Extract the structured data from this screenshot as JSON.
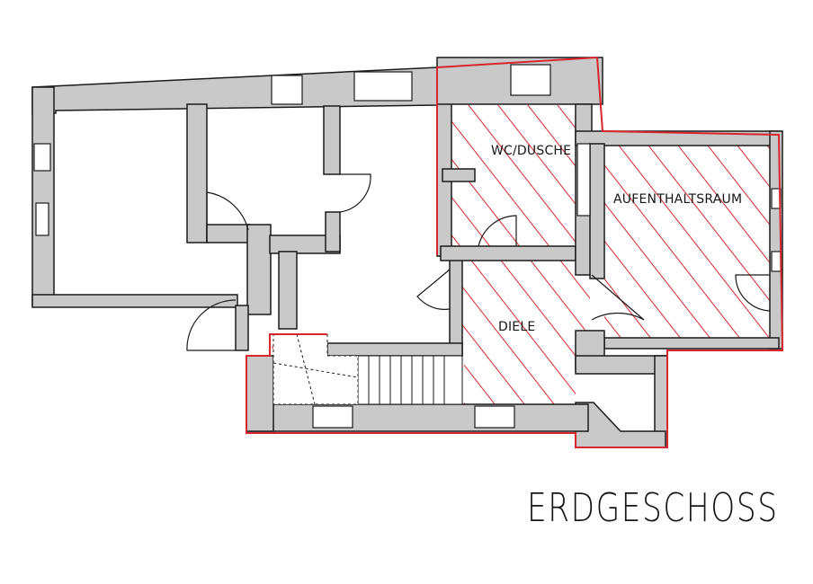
{
  "plan": {
    "title": "ERDGESCHOSS",
    "rooms": [
      {
        "key": "wc",
        "label": "WC/DUSCHE",
        "highlighted": true
      },
      {
        "key": "aufenthalt",
        "label": "AUFENTHALTSRAUM",
        "highlighted": true
      },
      {
        "key": "diele",
        "label": "DIELE",
        "highlighted": true
      }
    ],
    "colors": {
      "wall_fill": "#c9c9c9",
      "wall_stroke": "#1a1a1a",
      "highlight": "#d8262c",
      "background": "#ffffff"
    }
  }
}
